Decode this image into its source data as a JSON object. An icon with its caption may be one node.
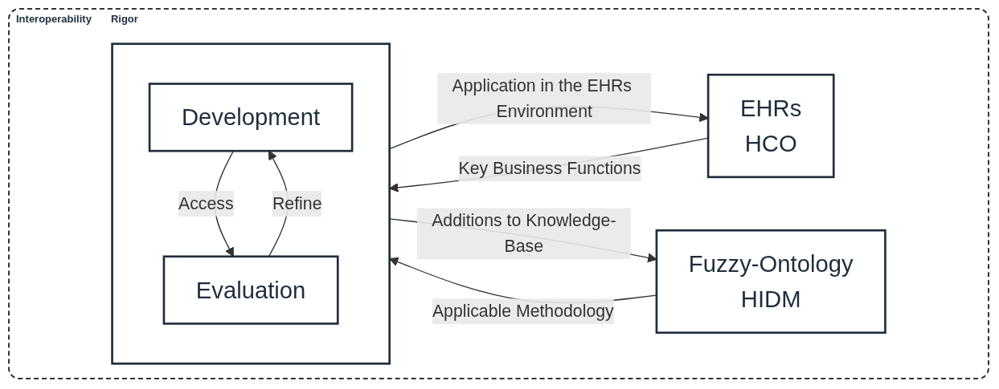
{
  "diagram": {
    "nodes": [
      {
        "text": [
          "EHRs",
          "HCO"
        ]
      },
      {
        "text": [],
        "shape": "box"
      },
      {
        "text": [
          "Development"
        ],
        "in": 1
      },
      {
        "text": [
          "Evaluation"
        ],
        "in": 1
      },
      {
        "text": [
          "Fuzzy-Ontology",
          "HIDM"
        ]
      }
    ],
    "edges": [
      {
        "from": 0,
        "to": 1,
        "arrow": "to",
        "label": "Key Business Functions"
      },
      {
        "from": 4,
        "to": 1,
        "arrow": "to",
        "label": "Applicable Methodology"
      },
      {
        "from": 2,
        "to": 3,
        "arrow": "to",
        "label": "Access"
      },
      {
        "from": 3,
        "to": 2,
        "arrow": "to",
        "label": "Refine"
      },
      {
        "from": 1,
        "to": 0,
        "arrow": "to",
        "label": "Application in the EHRs Environment"
      },
      {
        "from": 1,
        "to": 4,
        "arrow": "to",
        "label": "Additions to Knowledge-Base"
      }
    ],
    "labels": [
      "Interoperability",
      "Rigor"
    ]
  }
}
